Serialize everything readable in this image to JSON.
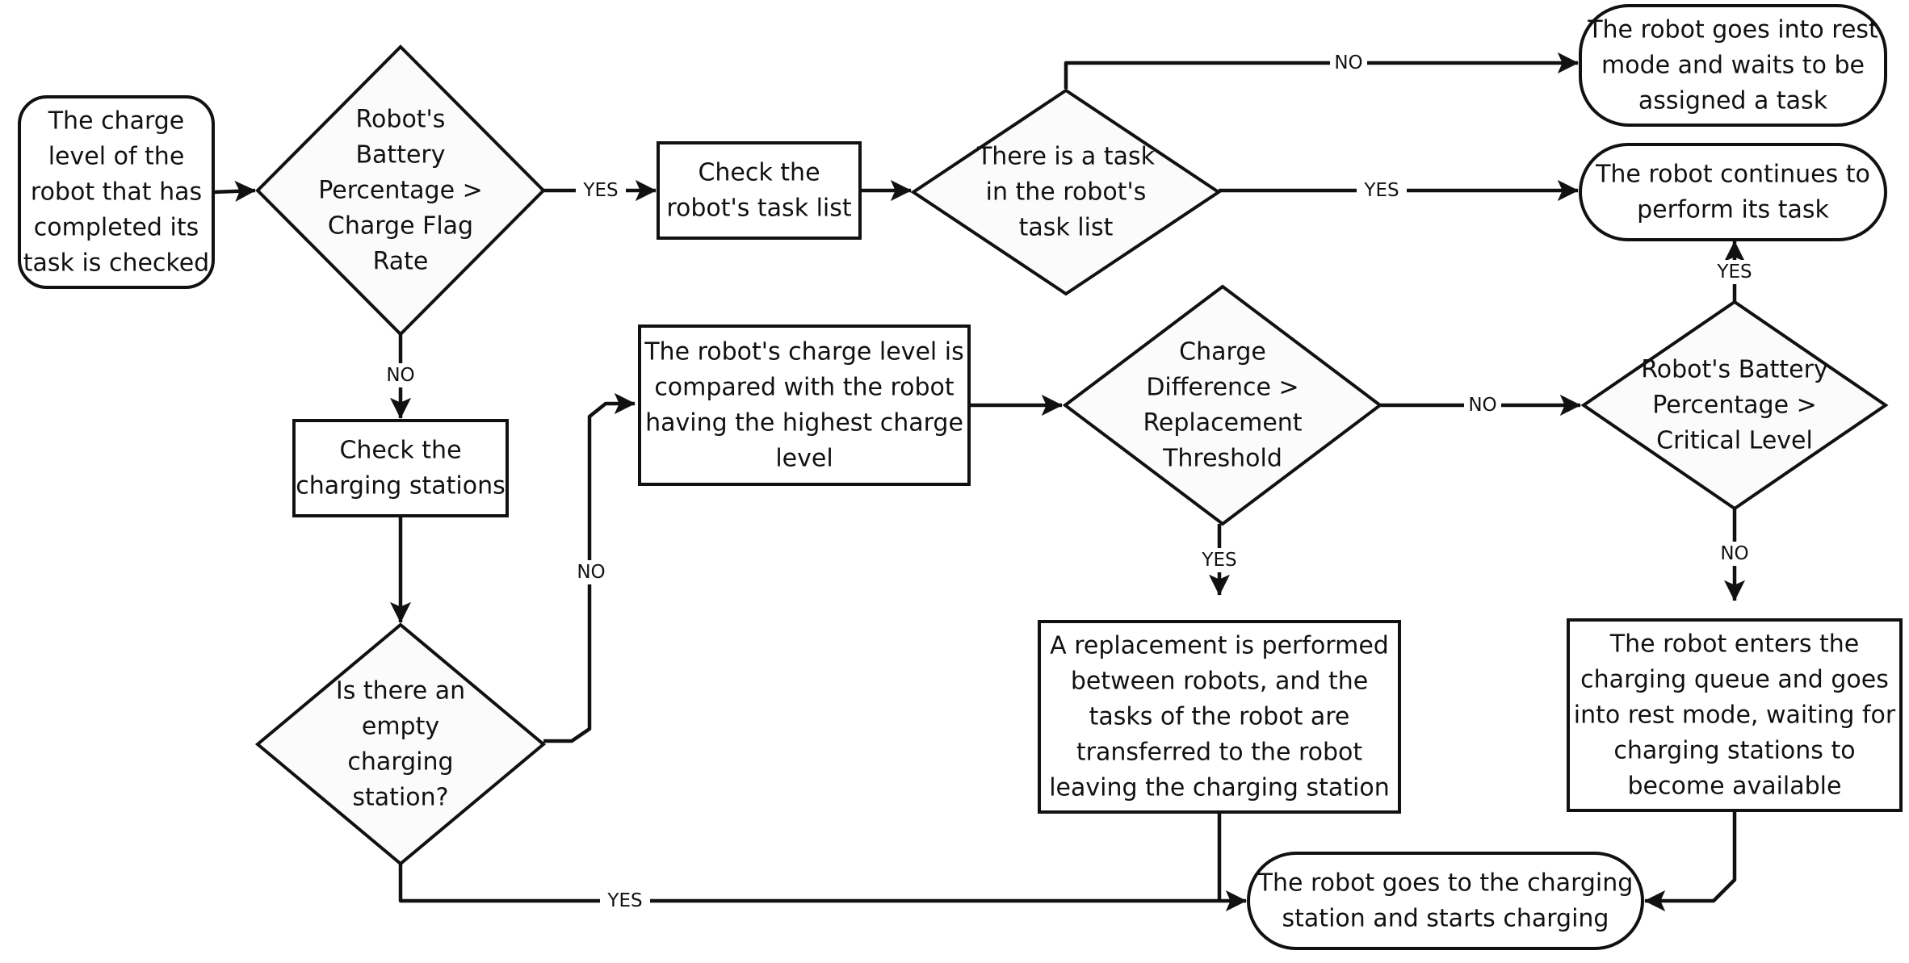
{
  "nodes": [
    {
      "id": "start",
      "shape": "rounded",
      "lines": [
        "The charge",
        "level of the",
        "robot that has",
        "completed its",
        "task is checked"
      ]
    },
    {
      "id": "d_flag",
      "shape": "diamond",
      "lines": [
        "Robot's",
        "Battery",
        "Percentage >",
        "Charge Flag",
        "Rate"
      ]
    },
    {
      "id": "tasklist",
      "shape": "rect",
      "lines": [
        "Check the",
        "robot's task list"
      ]
    },
    {
      "id": "d_task",
      "shape": "diamond",
      "lines": [
        "There is a task",
        "in the robot's",
        "task list"
      ]
    },
    {
      "id": "rest_mode",
      "shape": "stadium",
      "lines": [
        "The robot goes into rest",
        "mode and waits to be",
        "assigned a task"
      ]
    },
    {
      "id": "continue",
      "shape": "stadium",
      "lines": [
        "The robot continues to",
        "perform its task"
      ]
    },
    {
      "id": "check_stations",
      "shape": "rect",
      "lines": [
        "Check the",
        "charging stations"
      ]
    },
    {
      "id": "d_empty",
      "shape": "diamond",
      "lines": [
        "Is there an",
        "empty",
        "charging",
        "station?"
      ]
    },
    {
      "id": "compare",
      "shape": "rect",
      "lines": [
        "The robot's charge level is",
        "compared with the robot",
        "having the highest charge",
        "level"
      ]
    },
    {
      "id": "d_diff",
      "shape": "diamond",
      "lines": [
        "Charge",
        "Difference >",
        "Replacement",
        "Threshold"
      ]
    },
    {
      "id": "d_critical",
      "shape": "diamond",
      "lines": [
        "Robot's Battery",
        "Percentage >",
        "Critical Level"
      ]
    },
    {
      "id": "replace",
      "shape": "rect",
      "lines": [
        "A replacement is performed",
        "between robots, and the",
        "tasks of the robot are",
        "transferred to the robot",
        "leaving the charging station"
      ]
    },
    {
      "id": "queue",
      "shape": "rect",
      "lines": [
        "The robot enters the",
        "charging queue and goes",
        "into rest mode, waiting for",
        "charging stations to",
        "become available"
      ]
    },
    {
      "id": "charging",
      "shape": "stadium",
      "lines": [
        "The robot goes to the charging",
        "station and starts charging"
      ]
    }
  ],
  "edges": [
    {
      "id": "e_start_flag",
      "from": "start",
      "to": "d_flag",
      "label": ""
    },
    {
      "id": "e_flag_yes",
      "from": "d_flag",
      "to": "tasklist",
      "label": "YES"
    },
    {
      "id": "e_tasklist_task",
      "from": "tasklist",
      "to": "d_task",
      "label": ""
    },
    {
      "id": "e_task_no",
      "from": "d_task",
      "to": "rest_mode",
      "label": "NO"
    },
    {
      "id": "e_task_yes",
      "from": "d_task",
      "to": "continue",
      "label": "YES"
    },
    {
      "id": "e_flag_no",
      "from": "d_flag",
      "to": "check_stations",
      "label": "NO"
    },
    {
      "id": "e_stations_empty",
      "from": "check_stations",
      "to": "d_empty",
      "label": ""
    },
    {
      "id": "e_empty_no",
      "from": "d_empty",
      "to": "compare",
      "label": "NO"
    },
    {
      "id": "e_compare_diff",
      "from": "compare",
      "to": "d_diff",
      "label": ""
    },
    {
      "id": "e_diff_no",
      "from": "d_diff",
      "to": "d_critical",
      "label": "NO"
    },
    {
      "id": "e_critical_yes",
      "from": "d_critical",
      "to": "continue",
      "label": "YES"
    },
    {
      "id": "e_diff_yes",
      "from": "d_diff",
      "to": "replace",
      "label": "YES"
    },
    {
      "id": "e_critical_no",
      "from": "d_critical",
      "to": "queue",
      "label": "NO"
    },
    {
      "id": "e_empty_yes",
      "from": "d_empty",
      "to": "charging",
      "label": "YES"
    },
    {
      "id": "e_replace_charging",
      "from": "replace",
      "to": "charging",
      "label": ""
    },
    {
      "id": "e_queue_charging",
      "from": "queue",
      "to": "charging",
      "label": ""
    }
  ]
}
